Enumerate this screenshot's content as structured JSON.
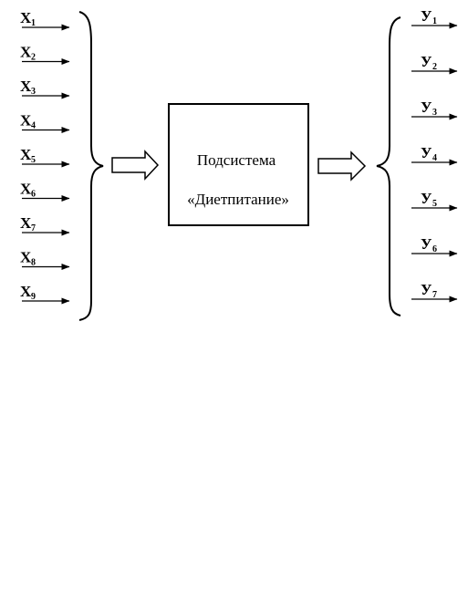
{
  "inputs": [
    {
      "letter": "X",
      "index": "1"
    },
    {
      "letter": "X",
      "index": "2"
    },
    {
      "letter": "X",
      "index": "3"
    },
    {
      "letter": "X",
      "index": "4"
    },
    {
      "letter": "X",
      "index": "5"
    },
    {
      "letter": "X",
      "index": "6"
    },
    {
      "letter": "X",
      "index": "7"
    },
    {
      "letter": "X",
      "index": "8"
    },
    {
      "letter": "X",
      "index": "9"
    }
  ],
  "outputs": [
    {
      "letter": "У",
      "index": "1"
    },
    {
      "letter": "У",
      "index": "2"
    },
    {
      "letter": "У",
      "index": "3"
    },
    {
      "letter": "У",
      "index": "4"
    },
    {
      "letter": "У",
      "index": "5"
    },
    {
      "letter": "У",
      "index": "6"
    },
    {
      "letter": "У",
      "index": "7"
    }
  ],
  "subsystem": {
    "line1": "Подсистема",
    "line2": "«Диетпитание»"
  }
}
